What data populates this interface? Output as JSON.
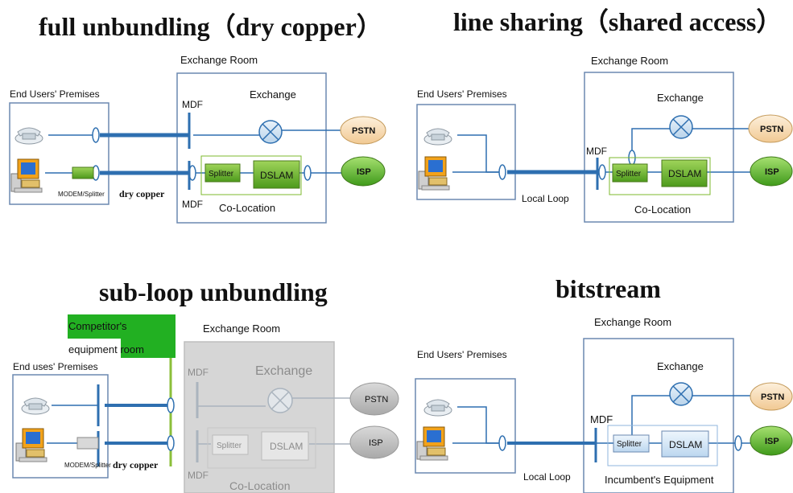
{
  "colors": {
    "line": "#2e6fb0",
    "box_border": "#6b89b0",
    "pstn_fill": "#f7dcb4",
    "isp_fill": "#6fbf3a",
    "splitter_fill": "#7cba2c",
    "dslam_fill": "#7cba2c",
    "bitstream_box_fill": "#d6e8f7",
    "competitor_fill": "#22b022",
    "gray_room": "#d6d6d6"
  },
  "panels": {
    "full_unbundling": {
      "title": "full unbundling（dry copper）",
      "exchange_room": "Exchange Room",
      "premises": "End Users' Premises",
      "mdf_top": "MDF",
      "mdf_bottom": "MDF",
      "exchange": "Exchange",
      "splitter": "Splitter",
      "dslam": "DSLAM",
      "pstn": "PSTN",
      "isp": "ISP",
      "modem": "MODEM/Splitter",
      "dry_copper": "dry copper",
      "colocation": "Co-Location"
    },
    "line_sharing": {
      "title": "line sharing（shared access）",
      "exchange_room": "Exchange Room",
      "premises": "End Users' Premises",
      "mdf": "MDF",
      "exchange": "Exchange",
      "splitter": "Splitter",
      "dslam": "DSLAM",
      "pstn": "PSTN",
      "isp": "ISP",
      "local_loop": "Local Loop",
      "colocation": "Co-Location"
    },
    "sub_loop": {
      "title": "sub-loop unbundling",
      "competitor_room": "Competitor's equipment room",
      "exchange_room": "Exchange Room",
      "premises": "End uses' Premises",
      "mdf_top": "MDF",
      "mdf_bottom": "MDF",
      "exchange": "Exchange",
      "splitter": "Splitter",
      "dslam": "DSLAM",
      "pstn": "PSTN",
      "isp": "ISP",
      "modem": "MODEM/Splitter",
      "dry_copper": "dry copper",
      "colocation": "Co-Location"
    },
    "bitstream": {
      "title": "bitstream",
      "exchange_room": "Exchange Room",
      "premises": "End Users' Premises",
      "mdf": "MDF",
      "exchange": "Exchange",
      "splitter": "Splitter",
      "dslam": "DSLAM",
      "pstn": "PSTN",
      "isp": "ISP",
      "local_loop": "Local Loop",
      "incumbent": "Incumbent's Equipment"
    }
  }
}
